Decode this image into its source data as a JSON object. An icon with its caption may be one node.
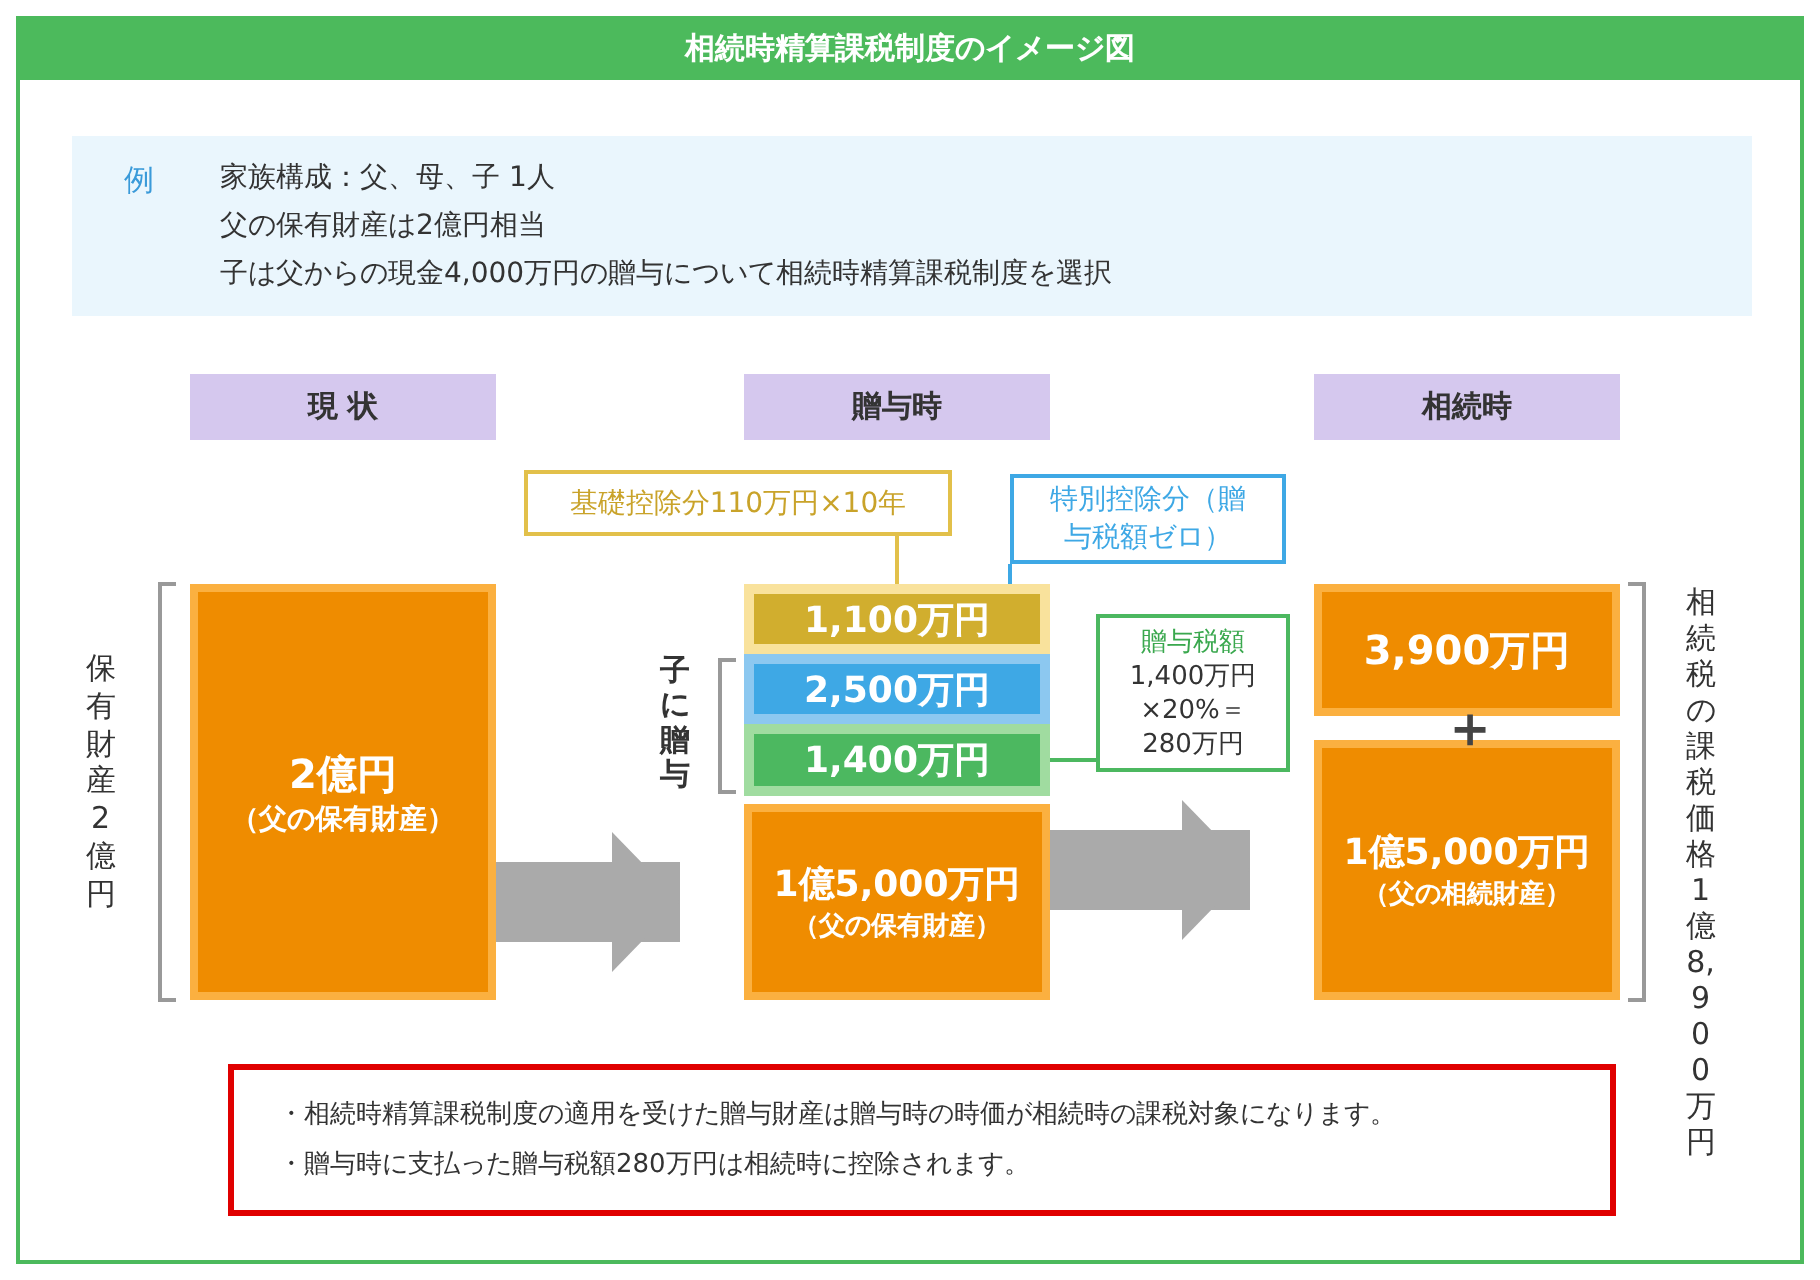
{
  "diagram": {
    "title": "相続時精算課税制度のイメージ図",
    "nodes": [
      {
        "text": [
          "例",
          "家族構成：父、母、子 1人",
          "父の保有財産は2億円相当",
          "子は父からの現金4,000万円の贈与について相続時精算課税制度を選択"
        ]
      },
      {
        "text": [
          "現 状"
        ]
      },
      {
        "text": [
          "贈与時"
        ]
      },
      {
        "text": [
          "相続時"
        ]
      },
      {
        "text": [
          "2億円",
          "（父の保有財産）"
        ]
      },
      {
        "text": [
          "基礎控除分110万円×10年"
        ]
      },
      {
        "text": [
          "特別控除分（贈与税額ゼロ）"
        ]
      },
      {
        "text": [
          "1,100万円"
        ]
      },
      {
        "text": [
          "2,500万円"
        ]
      },
      {
        "text": [
          "1,400万円"
        ]
      },
      {
        "text": [
          "贈与税額",
          "1,400万円×20%＝280万円"
        ]
      },
      {
        "text": [
          "1億5,000万円",
          "（父の保有財産）"
        ]
      },
      {
        "text": [
          "3,900万円"
        ]
      },
      {
        "text": [
          "1億5,000万円",
          "（父の相続財産）"
        ]
      },
      {
        "text": [
          "・相続時精算課税制度の適用を受けた贈与財産は贈与時の時価が相続時の課税対象になります。",
          "・贈与時に支払った贈与税額280万円は相続時に控除されます。"
        ]
      }
    ],
    "edges": [
      {
        "from": 4,
        "to": 11,
        "arrow": "to",
        "style": "thick",
        "color": "#aaaaaa"
      },
      {
        "from": 11,
        "to": 13,
        "arrow": "to",
        "style": "thick",
        "color": "#aaaaaa"
      },
      {
        "from": 5,
        "to": 7,
        "arrow": "none",
        "color": "#e2c04a"
      },
      {
        "from": 6,
        "to": 8,
        "arrow": "none",
        "color": "#3ea8e5"
      },
      {
        "from": 10,
        "to": 9,
        "arrow": "none",
        "color": "#4cb860"
      }
    ],
    "labels": [
      "保有財産 2億円",
      "子に贈与",
      "＋",
      "相続税の課税価格 1億8,900万円"
    ]
  }
}
